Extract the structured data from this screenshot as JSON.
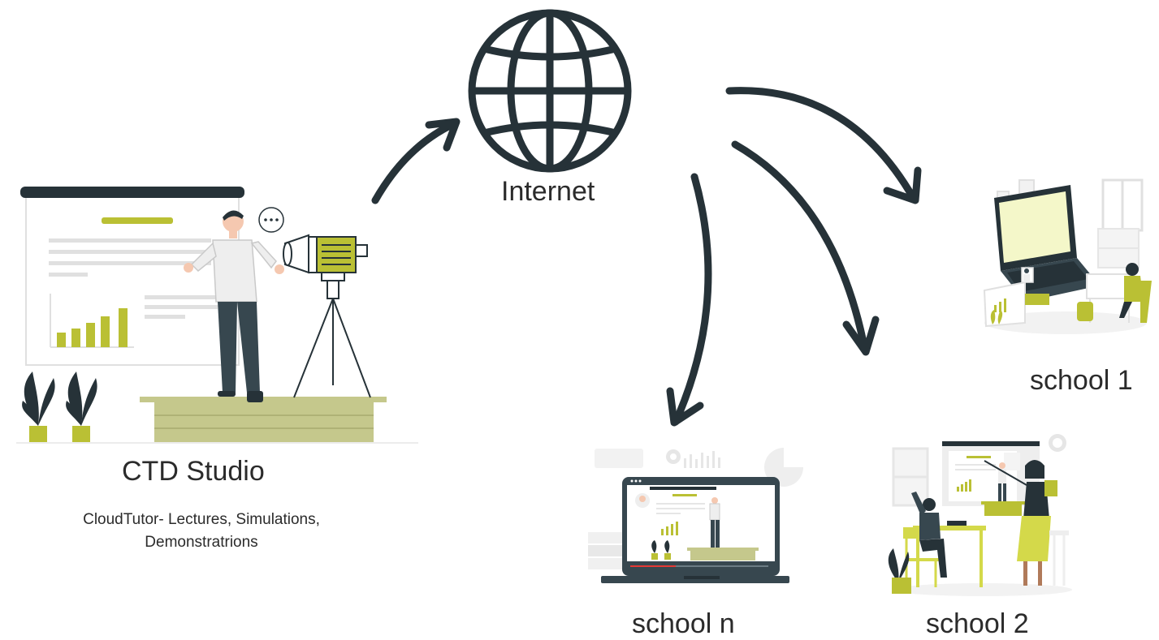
{
  "nodes": {
    "internet": {
      "label": "Internet",
      "icon": "globe-icon"
    },
    "studio": {
      "label": "CTD Studio",
      "sublabel": "CloudTutor- Lectures, Simulations, Demonstratrions"
    },
    "school1": {
      "label": "school 1"
    },
    "school2": {
      "label": "school 2"
    },
    "schooln": {
      "label": "school n"
    }
  },
  "colors": {
    "dark": "#263238",
    "accent": "#bac034",
    "accent_light": "#c5c88c",
    "gray": "#e6e6e6"
  }
}
